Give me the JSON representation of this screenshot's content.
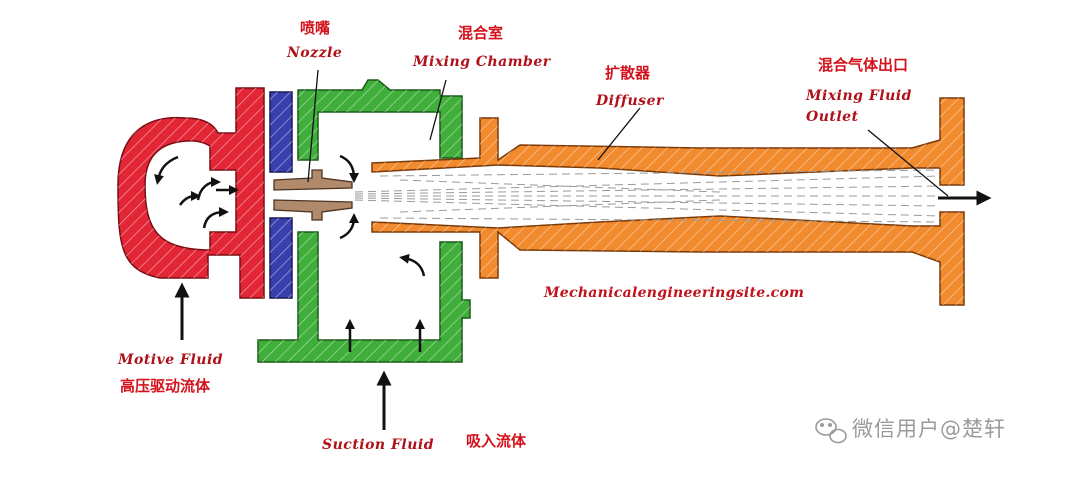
{
  "labels": {
    "nozzle_zh": "喷嘴",
    "nozzle_en": "Nozzle",
    "mixing_chamber_zh": "混合室",
    "mixing_chamber_en": "Mixing Chamber",
    "diffuser_zh": "扩散器",
    "diffuser_en": "Diffuser",
    "outlet_zh": "混合气体出口",
    "outlet_en_line1": "Mixing Fluid",
    "outlet_en_line2": "Outlet",
    "motive_en": "Motive Fluid",
    "motive_zh": "高压驱动流体",
    "suction_en": "Suction Fluid",
    "suction_zh": "吸入流体",
    "website": "Mechanicalengineeringsite.com"
  },
  "watermark": {
    "text": "微信用户@楚轩",
    "icon": "wechat-icon"
  },
  "colors": {
    "motive_body": "#e32636",
    "nozzle_plate": "#3a3fae",
    "nozzle": "#b08a6a",
    "mixing_chamber": "#3fae3a",
    "diffuser": "#f28a2e",
    "label_red": "#d4121c"
  }
}
